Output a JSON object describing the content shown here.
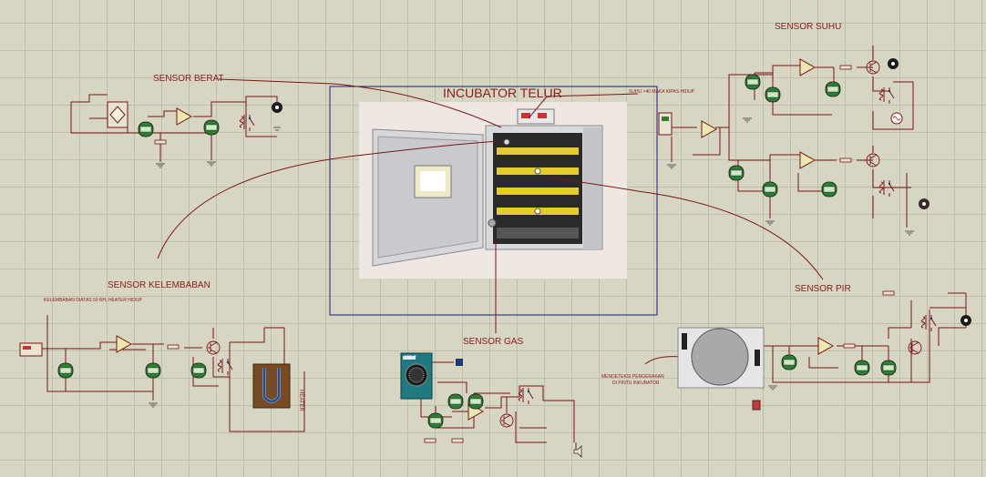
{
  "labels": {
    "title": "INCUBATOR TELUR",
    "sensor_berat": "SENSOR BERAT",
    "sensor_suhu": "SENSOR SUHU",
    "sensor_kelembaban": "SENSOR KELEMBABAN",
    "sensor_gas": "SENSOR GAS",
    "sensor_pir": "SENSOR PIR",
    "suhu_note": "SUHU >40 MAKA KIPAS HIDUP",
    "kelembaban_note": "KELEMBABAN DIATAS 60 RH, HEATER HIDUP",
    "pir_note_line1": "MENDETEKSI PERGERAKAN",
    "pir_note_line2": "DI PINTU INKUBATOR",
    "heater": "HEATER",
    "gas_chip": "MQ-2"
  },
  "colors": {
    "wire": "#7a1414",
    "label": "#8b1a1a",
    "frame": "#1a1a8c",
    "meter": "#2e7d32",
    "led": "#1b3a73",
    "background": "#d7d6c3"
  },
  "icons": [
    "dc-motor-icon",
    "fan-icon",
    "lamp-icon",
    "buzzer-icon",
    "heater-icon",
    "gas-sensor-icon",
    "pir-sensor-icon",
    "incubator-image"
  ]
}
